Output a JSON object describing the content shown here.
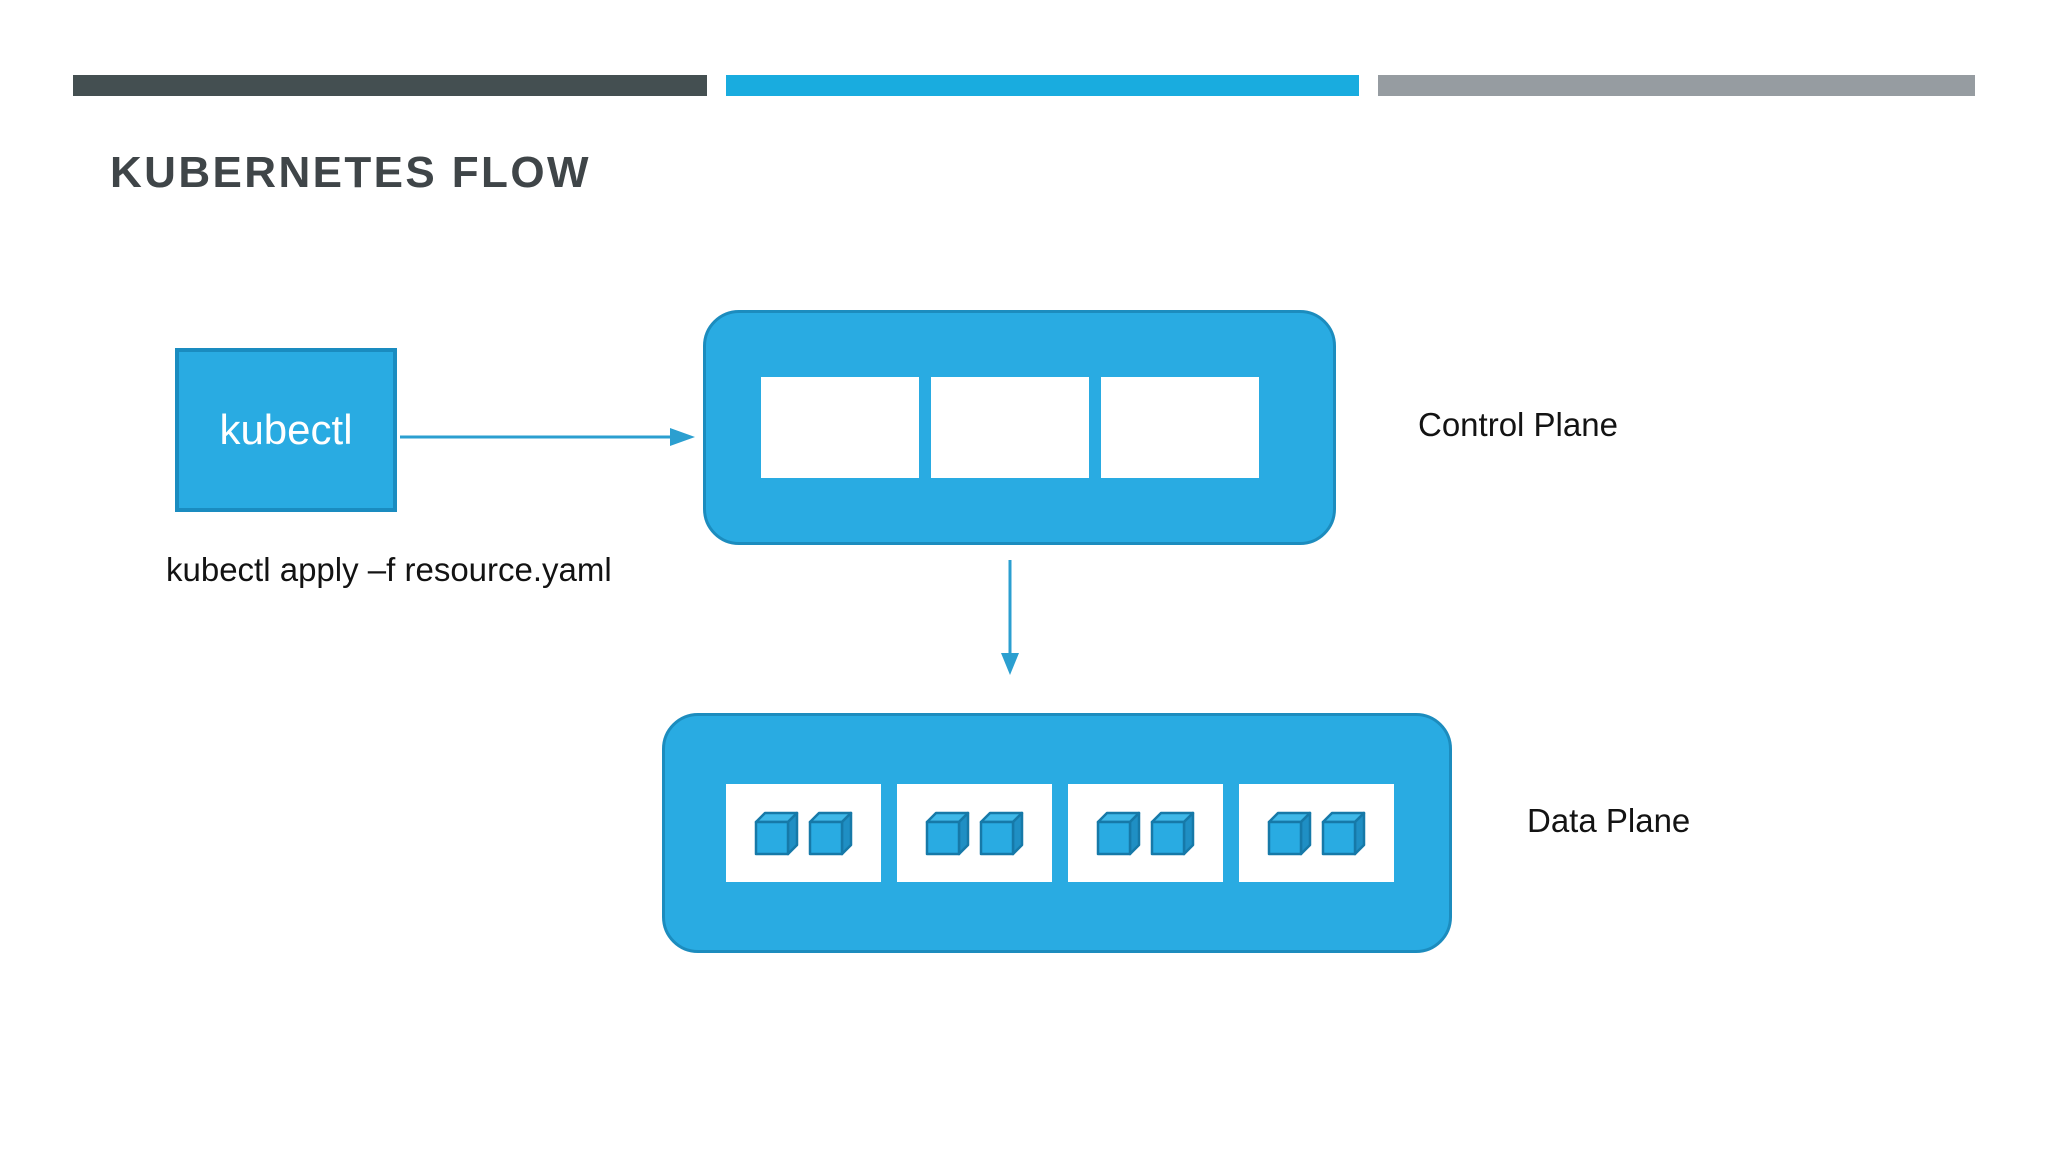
{
  "slide": {
    "title": "KUBERNETES FLOW",
    "background_color": "#ffffff"
  },
  "top_bars": [
    {
      "name": "dark-bar",
      "color": "#444f51"
    },
    {
      "name": "blue-bar",
      "color": "#19acdf"
    },
    {
      "name": "gray-bar",
      "color": "#969ca1"
    }
  ],
  "diagram": {
    "kubectl": {
      "label": "kubectl",
      "caption": "kubectl apply –f resource.yaml",
      "fill_color": "#29abe2",
      "border_color": "#1a8cc0",
      "text_color": "#ffffff"
    },
    "arrows": [
      {
        "name": "kubectl-to-control-plane",
        "direction": "right",
        "color": "#2b9fd0"
      },
      {
        "name": "control-plane-to-data-plane",
        "direction": "down",
        "color": "#2b9fd0"
      }
    ],
    "control_plane": {
      "label": "Control Plane",
      "fill_color": "#29abe2",
      "border_color": "#1c8cbe",
      "components": [
        {
          "name": "component-1",
          "label": ""
        },
        {
          "name": "component-2",
          "label": ""
        },
        {
          "name": "component-3",
          "label": ""
        }
      ]
    },
    "data_plane": {
      "label": "Data Plane",
      "fill_color": "#29abe2",
      "border_color": "#1c8cbe",
      "nodes": [
        {
          "name": "node-1",
          "pod_count": 2
        },
        {
          "name": "node-2",
          "pod_count": 2
        },
        {
          "name": "node-3",
          "pod_count": 2
        },
        {
          "name": "node-4",
          "pod_count": 2
        }
      ],
      "cube_colors": {
        "front": "#29abe2",
        "top": "#3fb8e8",
        "side": "#1f8fc4",
        "outline": "#1679a8"
      }
    }
  }
}
